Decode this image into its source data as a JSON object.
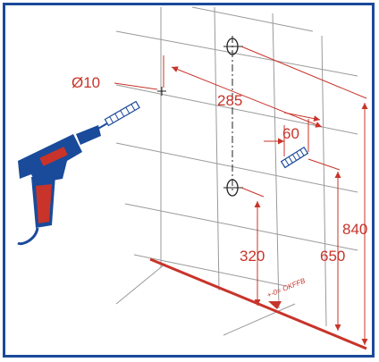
{
  "diagram": {
    "labels": {
      "drill_diameter": "Ø10",
      "hole_spacing": "285",
      "plug_length": "60",
      "lower_hole_height": "320",
      "upper_hole_height": "650",
      "total_height": "840",
      "floor_reference": "+-0= OKFFB"
    },
    "colors": {
      "frame": "#1a4a9a",
      "dimension": "#c8342a",
      "grid": "#9a9a9a",
      "drill_body": "#1a4a9a",
      "drill_accent": "#c8342a"
    },
    "icons": [
      "drill-icon",
      "wall-plug-icon",
      "screw-icon",
      "drill-hole-icon"
    ]
  }
}
